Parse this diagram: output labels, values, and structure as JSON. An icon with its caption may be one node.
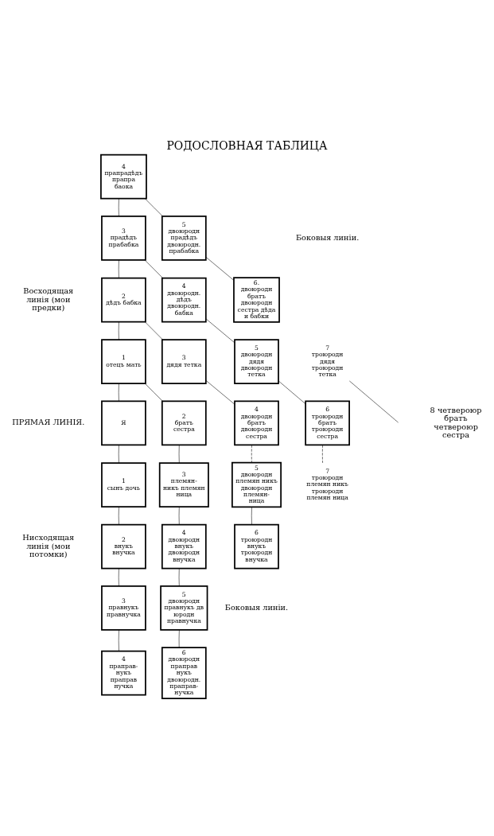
{
  "diagram": {
    "title": "РОДОСЛОВНАЯ ТАБЛИЦА",
    "nodes": [
      {
        "text": [
          "4",
          "прапрадѣдъ прапра баока"
        ]
      },
      {
        "text": [
          "3",
          "прадѣдъ прабабка"
        ]
      },
      {
        "text": [
          "5",
          "двоюродн прадѣдъ двоюродн. прабабка"
        ]
      },
      {
        "text": [
          "2",
          "дѣдъ бабка"
        ]
      },
      {
        "text": [
          "4",
          "двоюродн. дѣдъ двоюродн. бабка"
        ]
      },
      {
        "text": [
          "6.",
          "двоюродн братъ двоюродн сестра дѣда и бабки"
        ]
      },
      {
        "text": [
          "1",
          "отецъ мать"
        ]
      },
      {
        "text": [
          "3",
          "дядя тетка"
        ]
      },
      {
        "text": [
          "5",
          "двоюродн дядя двоюродн тетка"
        ]
      },
      {
        "text": [
          "7",
          "троюродн дядя троюродн тетка"
        ]
      },
      {
        "text": [
          "Я"
        ]
      },
      {
        "text": [
          "2",
          "братъ сестра"
        ]
      },
      {
        "text": [
          "4",
          "двоюродн братъ двоюродн сестра"
        ]
      },
      {
        "text": [
          "6",
          "троюродн братъ троюродн сестра"
        ]
      },
      {
        "text": [
          "1",
          "сынъ дочь"
        ]
      },
      {
        "text": [
          "3",
          "племян- никъ племян ница"
        ]
      },
      {
        "text": [
          "5",
          "двоюродн племян никъ двоюродн племян- ница"
        ]
      },
      {
        "text": [
          "7",
          "троюродн племян никъ троюродн племян ница"
        ]
      },
      {
        "text": [
          "2",
          "внукъ внучка"
        ]
      },
      {
        "text": [
          "4",
          "двоюродн внукъ двоюродн внучка"
        ]
      },
      {
        "text": [
          "6",
          "троюродн внукъ троюродн внучка"
        ]
      },
      {
        "text": [
          "3",
          "правнукъ правнучка"
        ]
      },
      {
        "text": [
          "5",
          "двоюродн правнукъ дв юродн правнучка"
        ]
      },
      {
        "text": [
          "4",
          "праправ- нукъ праправ нучка"
        ]
      },
      {
        "text": [
          "6",
          "двоюродн праправ нукъ двоюродн. праправ- нучка"
        ]
      }
    ],
    "edges": [
      {
        "from": 0,
        "to": 1,
        "arrow": "none"
      },
      {
        "from": 0,
        "to": 2,
        "arrow": "none"
      },
      {
        "from": 1,
        "to": 3,
        "arrow": "none"
      },
      {
        "from": 1,
        "to": 4,
        "arrow": "none"
      },
      {
        "from": 2,
        "to": 5,
        "arrow": "none"
      },
      {
        "from": 3,
        "to": 6,
        "arrow": "none"
      },
      {
        "from": 3,
        "to": 7,
        "arrow": "none"
      },
      {
        "from": 4,
        "to": 8,
        "arrow": "none"
      },
      {
        "from": 9,
        "to": null,
        "arrow": "none"
      },
      {
        "from": 6,
        "to": 10,
        "arrow": "none"
      },
      {
        "from": 6,
        "to": 11,
        "arrow": "none"
      },
      {
        "from": 7,
        "to": 12,
        "arrow": "none"
      },
      {
        "from": 8,
        "to": 13,
        "arrow": "none"
      },
      {
        "from": 10,
        "to": 14,
        "arrow": "none"
      },
      {
        "from": 11,
        "to": 15,
        "arrow": "none"
      },
      {
        "from": 12,
        "to": 16,
        "arrow": "none",
        "style": "dashed"
      },
      {
        "from": 13,
        "to": 17,
        "arrow": "none",
        "style": "dashed"
      },
      {
        "from": 14,
        "to": 18,
        "arrow": "none"
      },
      {
        "from": 15,
        "to": 19,
        "arrow": "none"
      },
      {
        "from": 16,
        "to": 20,
        "arrow": "none"
      },
      {
        "from": 18,
        "to": 21,
        "arrow": "none"
      },
      {
        "from": 19,
        "to": 22,
        "arrow": "none"
      },
      {
        "from": 21,
        "to": 23,
        "arrow": "none"
      },
      {
        "from": 22,
        "to": 24,
        "arrow": "none"
      }
    ],
    "labels": [
      "Боковыя линіи.",
      "ПРЯМАЯ ЛИНІЯ.",
      "Восходящая линія (мои предки)",
      "8 четвероюр братъ четвероюр сестра",
      "Нисходящая линія (мои потомки)",
      "Боковыя линіи."
    ]
  }
}
